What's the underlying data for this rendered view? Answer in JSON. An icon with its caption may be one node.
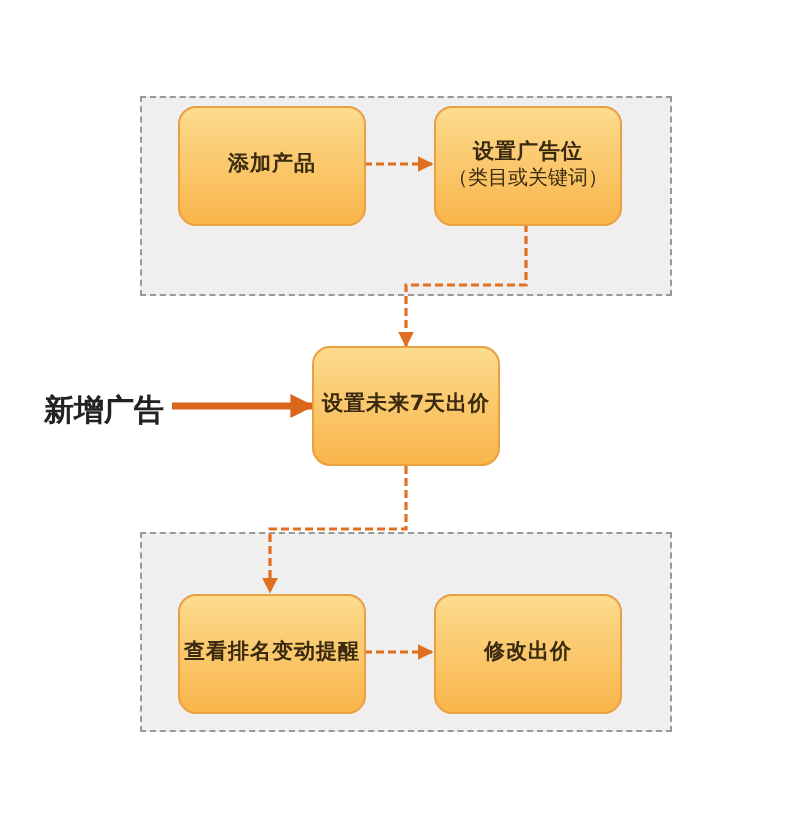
{
  "diagram": {
    "nodes": [
      {
        "text": [],
        "shape": "box"
      },
      {
        "text": [
          "添加产品"
        ],
        "in": 0
      },
      {
        "text": [
          "设置广告位",
          "（类目或关键词）"
        ],
        "in": 0
      },
      {
        "text": [
          "新增广告"
        ]
      },
      {
        "text": [
          "设置未来7天出价"
        ]
      },
      {
        "text": [],
        "shape": "box"
      },
      {
        "text": [
          "查看排名变动提醒"
        ],
        "in": 5
      },
      {
        "text": [
          "修改出价"
        ],
        "in": 5
      }
    ],
    "edges": [
      {
        "from": 1,
        "to": 2,
        "arrow": "to",
        "style": "dashed"
      },
      {
        "from": 2,
        "to": 4,
        "arrow": "to",
        "style": "dashed"
      },
      {
        "from": 3,
        "to": 4,
        "arrow": "to",
        "style": "thick"
      },
      {
        "from": 4,
        "to": 6,
        "arrow": "to",
        "style": "dashed"
      },
      {
        "from": 6,
        "to": 7,
        "arrow": "to",
        "style": "dashed"
      }
    ]
  }
}
